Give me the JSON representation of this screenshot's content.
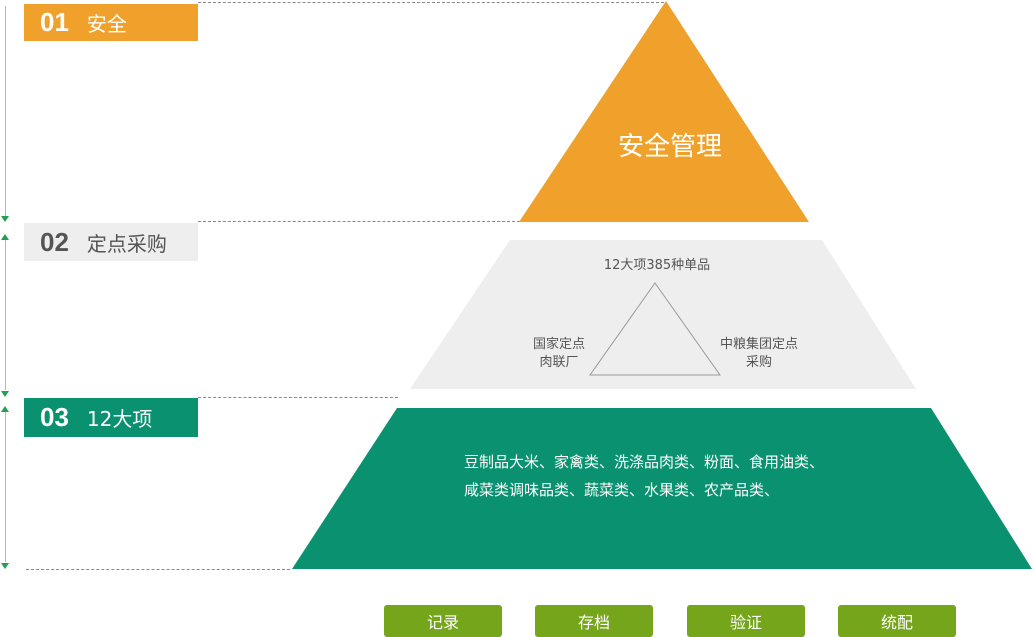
{
  "levels": [
    {
      "num": "01",
      "label": "安全"
    },
    {
      "num": "02",
      "label": "定点采购"
    },
    {
      "num": "03",
      "label": "12大项"
    }
  ],
  "pyramid": {
    "top_text": "安全管理",
    "middle": {
      "top": "12大项385种单品",
      "left_line1": "国家定点",
      "left_line2": "肉联厂",
      "right_line1": "中粮集团定点",
      "right_line2": "采购"
    },
    "bottom": {
      "line1": "豆制品大米、家禽类、洗涤品肉类、粉面、食用油类、",
      "line2": "咸菜类调味品类、蔬菜类、水果类、农产品类、"
    }
  },
  "buttons": [
    "记录",
    "存档",
    "验证",
    "统配"
  ],
  "colors": {
    "orange": "#efa12c",
    "gray": "#eeeeee",
    "green": "#0a9270",
    "button_green": "#75a51a"
  }
}
